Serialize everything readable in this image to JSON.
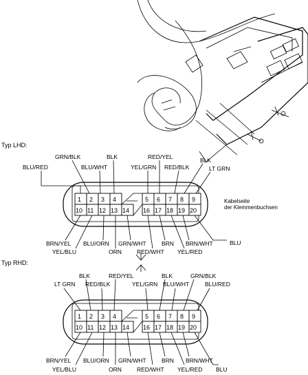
{
  "lhd": {
    "title": "Typ LHD:",
    "top_labels": [
      "GRN/BLK",
      "BLK",
      "RED/YEL",
      "BLU/RED",
      "BLU/WHT",
      "YEL/GRN",
      "RED/BLK",
      "BLK",
      "LT GRN"
    ],
    "bottom_labels": [
      "BRN/YEL",
      "BLU/ORN",
      "GRN/WHT",
      "BRN",
      "BRN/WHT",
      "YEL/BLU",
      "ORN",
      "RED/WHT",
      "YEL/RED",
      "BLU"
    ],
    "note_line1": "Kabelseite",
    "note_line2": "der Klemmenbuchsen"
  },
  "rhd": {
    "title": "Typ RHD:",
    "top_labels": [
      "RED/YEL",
      "BLK",
      "GRN/BLK",
      "BLK",
      "RED/BLK",
      "YEL/GRN",
      "BLU/WHT",
      "BLU/RED",
      "LT GRN"
    ],
    "bottom_labels": [
      "BRN/YEL",
      "BLU/ORN",
      "GRN/WHT",
      "BRN",
      "YEL/BLU",
      "ORN",
      "RED/WHT",
      "YEL/RED",
      "BRN/WHT",
      "BLU"
    ]
  },
  "pins_top": [
    "1",
    "2",
    "3",
    "4",
    "5",
    "6",
    "7",
    "8",
    "9"
  ],
  "pins_bottom": [
    "10",
    "11",
    "12",
    "13",
    "14",
    "16",
    "17",
    "18",
    "19",
    "20"
  ]
}
